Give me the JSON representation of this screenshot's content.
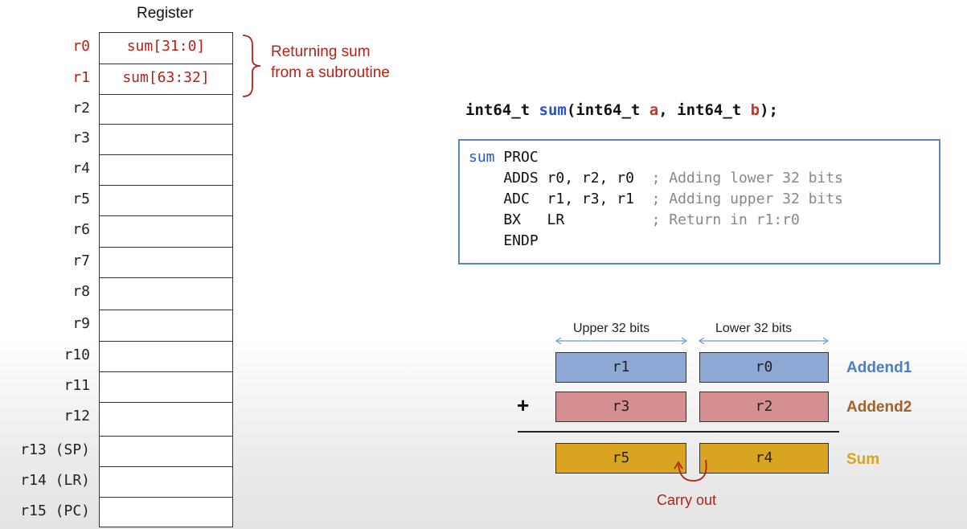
{
  "register_file": {
    "header": "Register",
    "registers": [
      {
        "name": "r0",
        "value": "sum[31:0]"
      },
      {
        "name": "r1",
        "value": "sum[63:32]"
      },
      {
        "name": "r2",
        "value": ""
      },
      {
        "name": "r3",
        "value": ""
      },
      {
        "name": "r4",
        "value": ""
      },
      {
        "name": "r5",
        "value": ""
      },
      {
        "name": "r6",
        "value": ""
      },
      {
        "name": "r7",
        "value": ""
      },
      {
        "name": "r8",
        "value": ""
      },
      {
        "name": "r9",
        "value": ""
      },
      {
        "name": "r10",
        "value": ""
      },
      {
        "name": "r11",
        "value": ""
      },
      {
        "name": "r12",
        "value": ""
      },
      {
        "name": "r13 (SP)",
        "value": ""
      },
      {
        "name": "r14 (LR)",
        "value": ""
      },
      {
        "name": "r15 (PC)",
        "value": ""
      }
    ],
    "note_line1": "Returning sum",
    "note_line2": "from a subroutine"
  },
  "signature": {
    "type1": "int64_t ",
    "func": "sum",
    "open": "(int64_t ",
    "a": "a",
    "mid": ", int64_t ",
    "b": "b",
    "close": ");"
  },
  "code": {
    "proc_name": "sum",
    "proc_kw": " PROC",
    "lines": [
      {
        "instr": "    ADDS r0, r2, r0  ",
        "comment": "; Adding lower 32 bits"
      },
      {
        "instr": "    ADC  r1, r3, r1  ",
        "comment": "; Adding upper 32 bits"
      },
      {
        "instr": "    BX   LR          ",
        "comment": "; Return in r1:r0"
      },
      {
        "instr": "    ENDP",
        "comment": ""
      }
    ]
  },
  "addition": {
    "upper_label": "Upper 32 bits",
    "lower_label": "Lower 32 bits",
    "plus": "+",
    "rows": [
      {
        "upper": "r1",
        "lower": "r0",
        "label": "Addend1"
      },
      {
        "upper": "r3",
        "lower": "r2",
        "label": "Addend2"
      },
      {
        "upper": "r5",
        "lower": "r4",
        "label": "Sum"
      }
    ],
    "carry_label": "Carry out",
    "colors": {
      "addend1": "#8ea9d4",
      "addend2": "#d58f90",
      "sum": "#d9a520",
      "addend1_text": "#4a7fc1",
      "addend2_text": "#a0622a",
      "sum_text": "#d9a520",
      "carry": "#b0241a"
    }
  }
}
